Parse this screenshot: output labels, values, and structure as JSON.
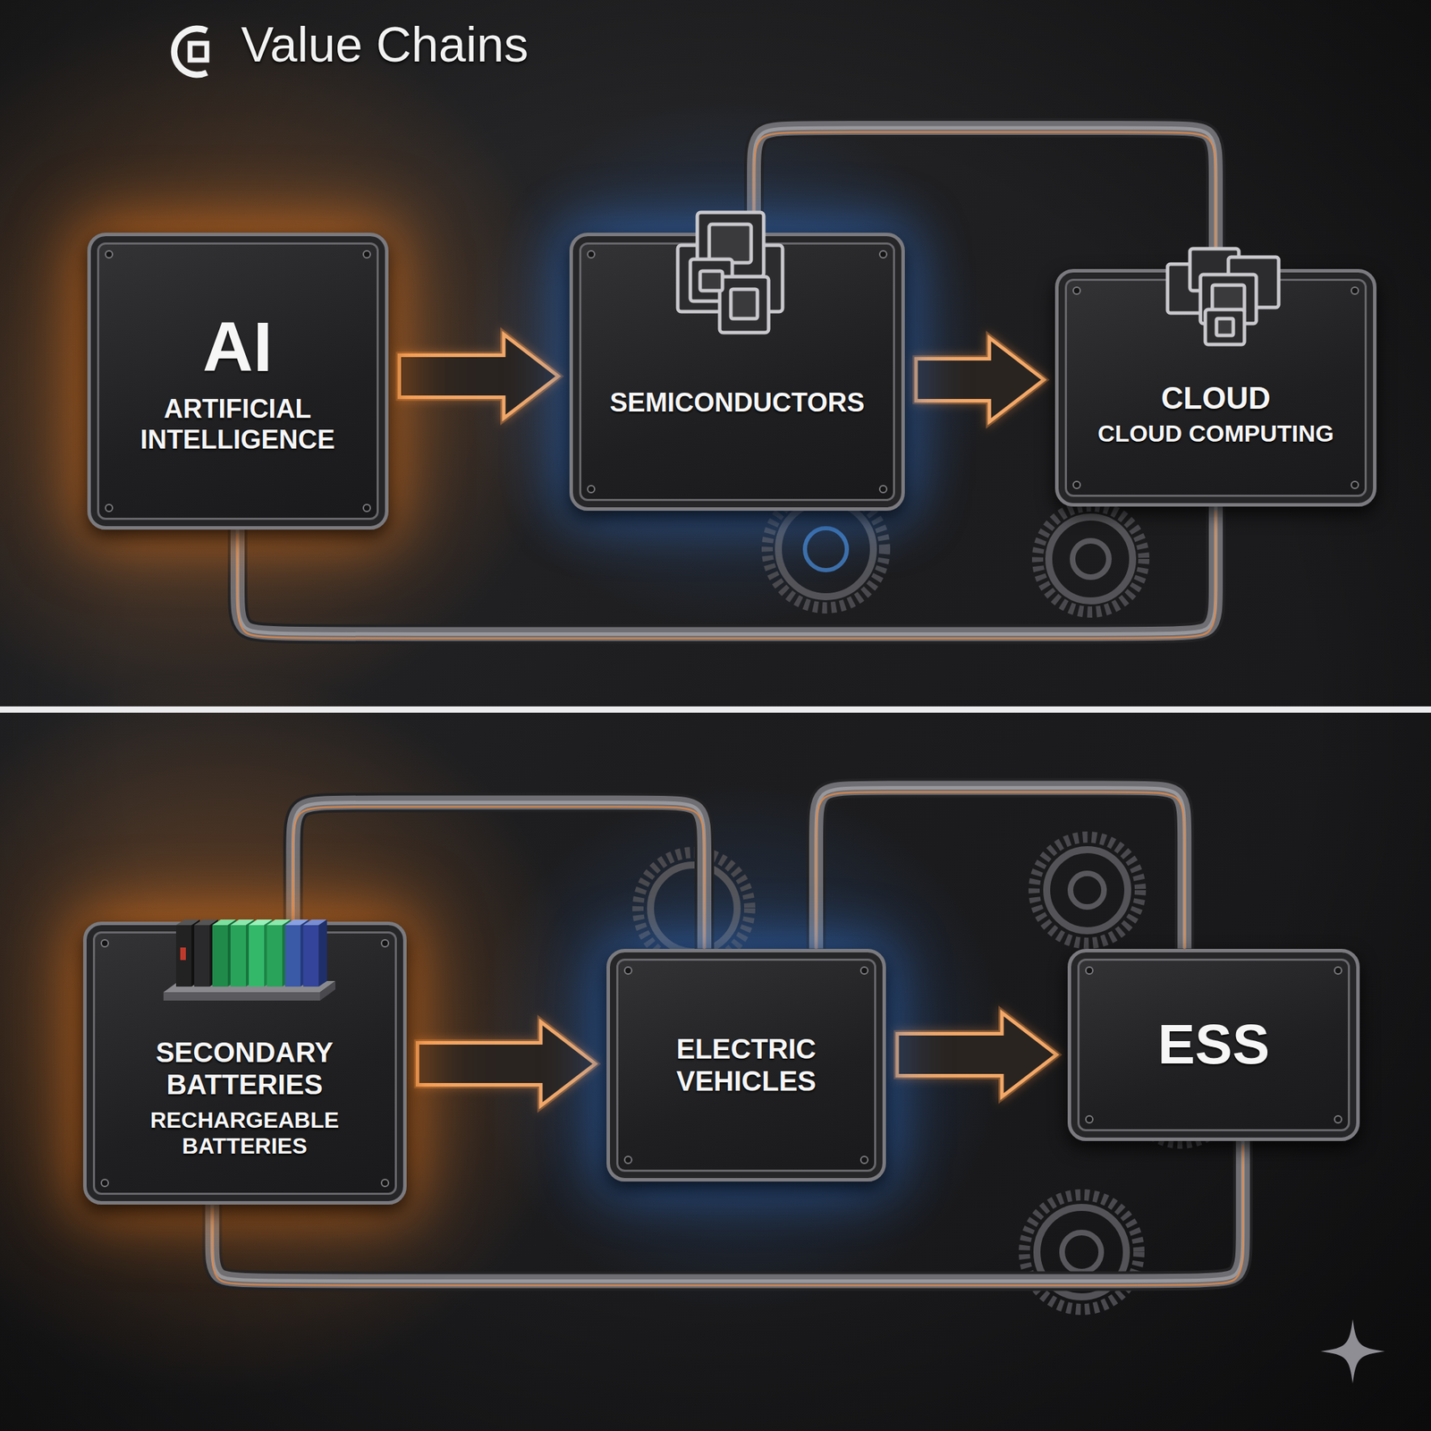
{
  "diagram": {
    "title": "Value Chains",
    "nodes": [
      {
        "text": [
          "AI",
          "ARTIFICIAL INTELLIGENCE"
        ]
      },
      {
        "text": [
          "SEMICONDUCTORS"
        ]
      },
      {
        "text": [
          "CLOUD",
          "CLOUD COMPUTING"
        ]
      },
      {
        "text": [
          "SECONDARY BATTERIES",
          "RECHARGEABLE BATTERIES"
        ]
      },
      {
        "text": [
          "ELECTRIC VEHICLES"
        ]
      },
      {
        "text": [
          "ESS"
        ]
      }
    ],
    "edges": [
      {
        "from": 0,
        "to": 1,
        "arrow": "to"
      },
      {
        "from": 1,
        "to": 2,
        "arrow": "to"
      },
      {
        "from": 1,
        "to": 2,
        "arrow": "none"
      },
      {
        "from": 0,
        "to": 2,
        "arrow": "none"
      },
      {
        "from": 3,
        "to": 4,
        "arrow": "to"
      },
      {
        "from": 4,
        "to": 5,
        "arrow": "to"
      },
      {
        "from": 3,
        "to": 4,
        "arrow": "none"
      },
      {
        "from": 4,
        "to": 5,
        "arrow": "none"
      },
      {
        "from": 3,
        "to": 5,
        "arrow": "none"
      }
    ]
  }
}
